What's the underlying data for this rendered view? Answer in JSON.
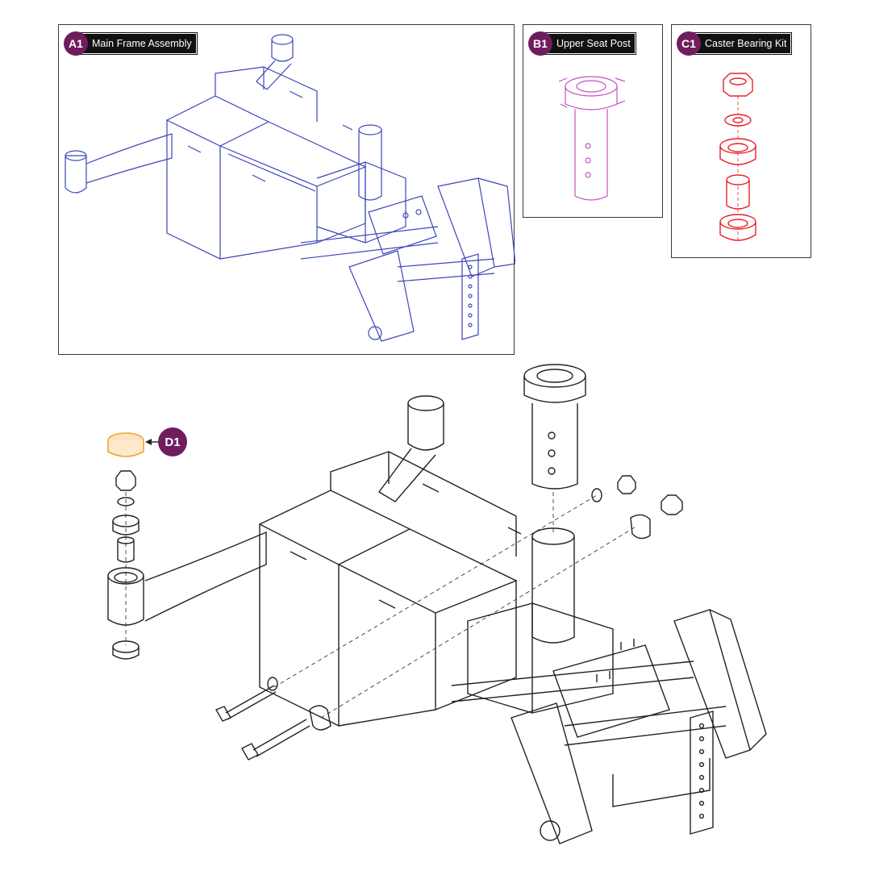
{
  "panels": {
    "a1": {
      "badge": "A1",
      "title": "Main Frame Assembly",
      "color": "#3b46b8"
    },
    "b1": {
      "badge": "B1",
      "title": "Upper Seat Post",
      "color": "#c44fc4"
    },
    "c1": {
      "badge": "C1",
      "title": "Caster Bearing Kit",
      "color": "#e8202a"
    }
  },
  "callouts": {
    "d1": {
      "badge": "D1",
      "color": "#f2a13a"
    }
  },
  "colors": {
    "badge": "#6f1d5e",
    "line": "#222222"
  }
}
